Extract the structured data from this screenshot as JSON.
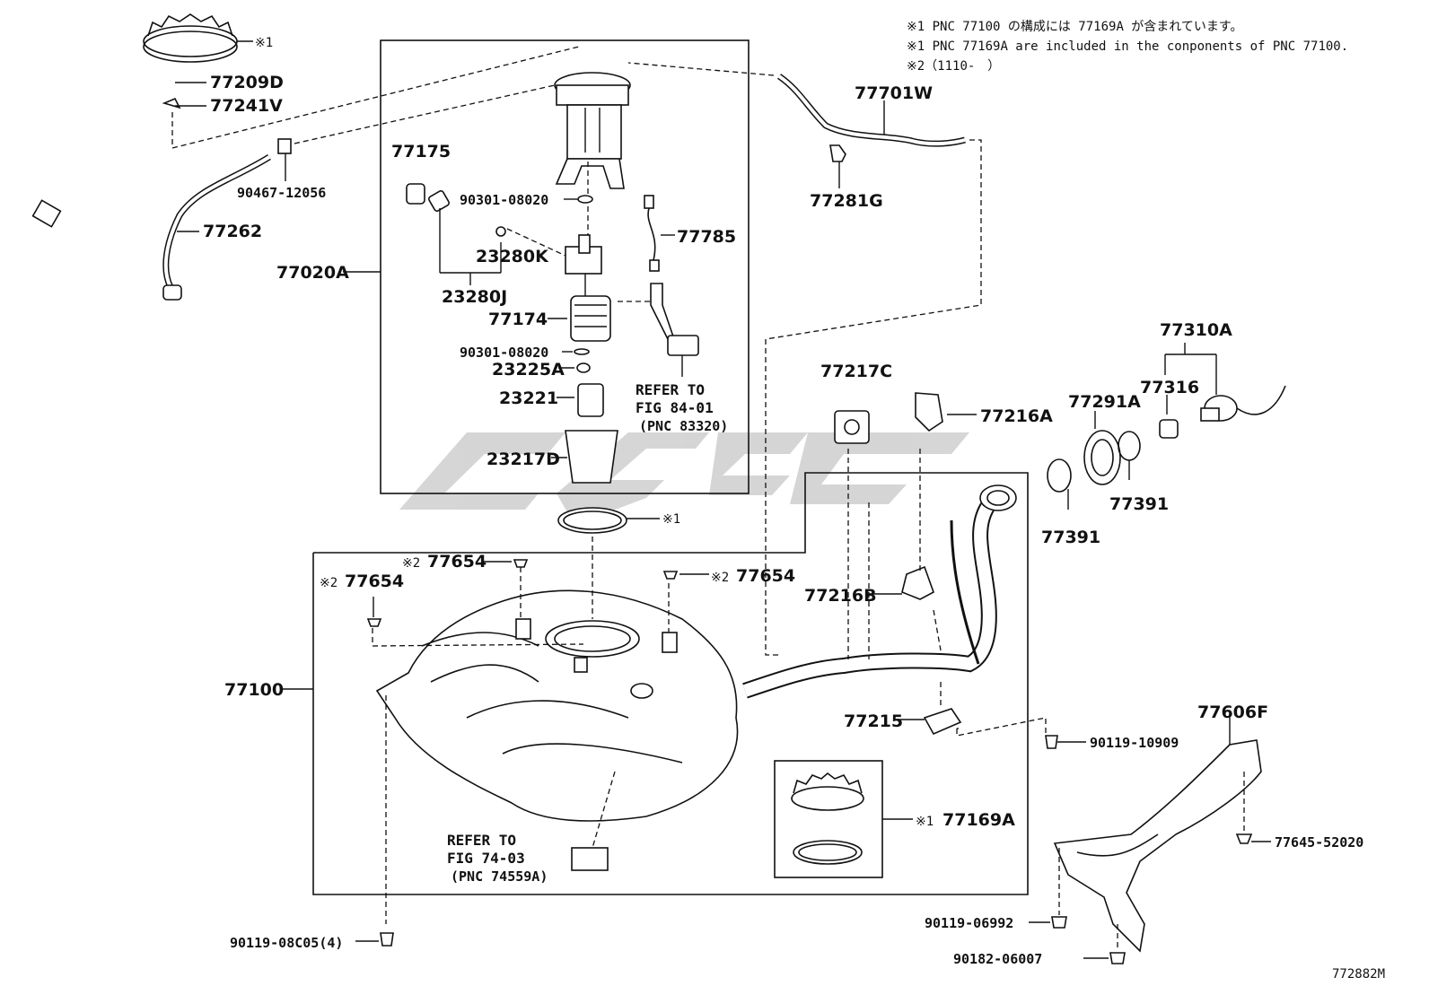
{
  "notes": [
    "※1 PNC 77100 の構成には 77169A が含まれています。",
    "※1 PNC 77169A are included in the conponents of PNC 77100.",
    "※2（1110-　）"
  ],
  "parts": {
    "p77209D": "77209D",
    "p77241V": "77241V",
    "p90467": "90467-12056",
    "p77262": "77262",
    "p77020A": "77020A",
    "p77175": "77175",
    "p90301a": "90301-08020",
    "p23280K": "23280K",
    "p23280J": "23280J",
    "p77174": "77174",
    "p90301b": "90301-08020",
    "p23225A": "23225A",
    "p23221": "23221",
    "p23217D": "23217D",
    "p77785": "77785",
    "p77701W": "77701W",
    "p77281G": "77281G",
    "p77217C": "77217C",
    "p77216A": "77216A",
    "p77216B": "77216B",
    "p77215": "77215",
    "p77310A": "77310A",
    "p77316": "77316",
    "p77291A": "77291A",
    "p77391a": "77391",
    "p77391b": "77391",
    "p77654a": "77654",
    "p77654b": "77654",
    "p77654c": "77654",
    "p77100": "77100",
    "p77169A": "77169A",
    "p90119_10909": "90119-10909",
    "p77606F": "77606F",
    "p77645": "77645-52020",
    "p90119_06992": "90119-06992",
    "p90182": "90182-06007",
    "p90119_08C05": "90119-08C05(4)"
  },
  "marks": {
    "m1": "※1",
    "m2": "※2"
  },
  "refs": {
    "r1_l1": "REFER TO",
    "r1_l2": "FIG 84-01",
    "r1_l3": "(PNC 83320)",
    "r2_l1": "REFER TO",
    "r2_l2": "FIG 74-03",
    "r2_l3": "(PNC 74559A)"
  },
  "figure_id": "772882M"
}
